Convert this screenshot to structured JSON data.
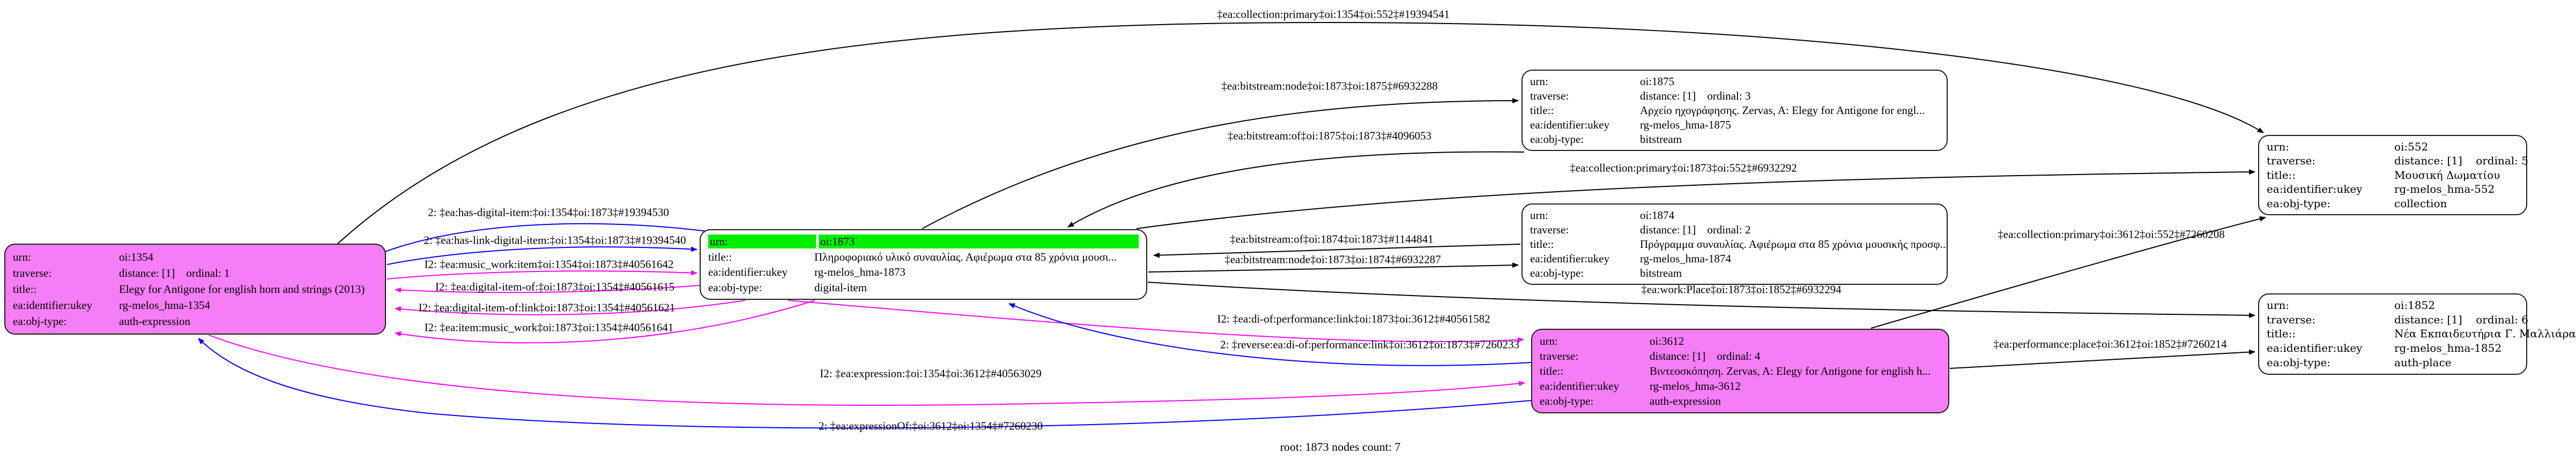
{
  "caption": "root: 1873 nodes count: 7",
  "colors": {
    "node_pink": "#f57df5",
    "node_green": "#00ef00",
    "edge_black": "#000000",
    "edge_blue": "#0000ff",
    "edge_magenta": "#ff00ff"
  },
  "nodes": [
    {
      "id": "oi-1354",
      "fill": "pink",
      "rows": [
        {
          "k": "urn:",
          "v": "oi:1354"
        },
        {
          "k": "traverse:",
          "v": "distance: [1]    ordinal: 1"
        },
        {
          "k": "title::",
          "v": "Elegy for Antigone for english horn and strings (2013)"
        },
        {
          "k": "ea:identifier:ukey",
          "v": "rg-melos_hma-1354"
        },
        {
          "k": "ea:obj-type:",
          "v": "auth-expression"
        }
      ]
    },
    {
      "id": "oi-1873",
      "fill": "white",
      "highlight_row": 0,
      "rows": [
        {
          "k": "urn:",
          "v": "oi:1873"
        },
        {
          "k": "title::",
          "v": "Πληροφοριακό υλικό συναυλίας. Αφιέρωμα στα 85 χρόνια μουσι..."
        },
        {
          "k": "ea:identifier:ukey",
          "v": "rg-melos_hma-1873"
        },
        {
          "k": "ea:obj-type:",
          "v": "digital-item"
        }
      ]
    },
    {
      "id": "oi-1875",
      "fill": "white",
      "rows": [
        {
          "k": "urn:",
          "v": "oi:1875"
        },
        {
          "k": "traverse:",
          "v": "distance: [1]    ordinal: 3"
        },
        {
          "k": "title::",
          "v": "Αρχείο ηχογράφησης. Zervas, A: Elegy for Antigone for engl..."
        },
        {
          "k": "ea:identifier:ukey",
          "v": "rg-melos_hma-1875"
        },
        {
          "k": "ea:obj-type:",
          "v": "bitstream"
        }
      ]
    },
    {
      "id": "oi-1874",
      "fill": "white",
      "rows": [
        {
          "k": "urn:",
          "v": "oi:1874"
        },
        {
          "k": "traverse:",
          "v": "distance: [1]    ordinal: 2"
        },
        {
          "k": "title::",
          "v": "Πρόγραμμα συναυλίας. Αφιέρωμα στα 85 χρόνια μουσικής προσφ..."
        },
        {
          "k": "ea:identifier:ukey",
          "v": "rg-melos_hma-1874"
        },
        {
          "k": "ea:obj-type:",
          "v": "bitstream"
        }
      ]
    },
    {
      "id": "oi-3612",
      "fill": "pink",
      "rows": [
        {
          "k": "urn:",
          "v": "oi:3612"
        },
        {
          "k": "traverse:",
          "v": "distance: [1]    ordinal: 4"
        },
        {
          "k": "title::",
          "v": "Βιντεοσκόπηση. Zervas, A: Elegy for Antigone for english h..."
        },
        {
          "k": "ea:identifier:ukey",
          "v": "rg-melos_hma-3612"
        },
        {
          "k": "ea:obj-type:",
          "v": "auth-expression"
        }
      ]
    },
    {
      "id": "oi-552",
      "fill": "white",
      "rows": [
        {
          "k": "urn:",
          "v": "oi:552"
        },
        {
          "k": "traverse:",
          "v": "distance: [1]    ordinal: 5"
        },
        {
          "k": "title::",
          "v": "Μουσική Δωματίου"
        },
        {
          "k": "ea:identifier:ukey",
          "v": "rg-melos_hma-552"
        },
        {
          "k": "ea:obj-type:",
          "v": "collection"
        }
      ]
    },
    {
      "id": "oi-1852",
      "fill": "white",
      "rows": [
        {
          "k": "urn:",
          "v": "oi:1852"
        },
        {
          "k": "traverse:",
          "v": "distance: [1]    ordinal: 6"
        },
        {
          "k": "title::",
          "v": "Νέα Εκπαιδευτήρια Γ. Μαλλιάρα"
        },
        {
          "k": "ea:identifier:ukey",
          "v": "rg-melos_hma-1852"
        },
        {
          "k": "ea:obj-type:",
          "v": "auth-place"
        }
      ]
    }
  ],
  "edges": [
    {
      "label": "‡ea:collection:primary‡oi:1354‡oi:552‡#19394541",
      "color": "black"
    },
    {
      "label": "‡ea:bitstream:node‡oi:1873‡oi:1875‡#6932288",
      "color": "black"
    },
    {
      "label": "‡ea:bitstream:of‡oi:1875‡oi:1873‡#4096053",
      "color": "black"
    },
    {
      "label": "2: ‡ea:has-digital-item:‡oi:1354‡oi:1873‡#19394530",
      "color": "blue"
    },
    {
      "label": "2: ‡ea:has-link-digital-item:‡oi:1354‡oi:1873‡#19394540",
      "color": "blue"
    },
    {
      "label": "I2: ‡ea:music_work:item‡oi:1354‡oi:1873‡#40561642",
      "color": "magenta"
    },
    {
      "label": "I2: ‡ea:digital-item-of:‡oi:1873‡oi:1354‡#40561615",
      "color": "magenta"
    },
    {
      "label": "I2: ‡ea:digital-item-of:link‡oi:1873‡oi:1354‡#40561621",
      "color": "magenta"
    },
    {
      "label": "I2: ‡ea:item:music_work‡oi:1873‡oi:1354‡#40561641",
      "color": "magenta"
    },
    {
      "label": "I2: ‡ea:expression:‡oi:1354‡oi:3612‡#40563029",
      "color": "magenta"
    },
    {
      "label": "2: ‡ea:expressionOf:‡oi:3612‡oi:1354‡#7260230",
      "color": "blue"
    },
    {
      "label": "‡ea:collection:primary‡oi:1873‡oi:552‡#6932292",
      "color": "black"
    },
    {
      "label": "‡ea:bitstream:of‡oi:1874‡oi:1873‡#1144841",
      "color": "black"
    },
    {
      "label": "‡ea:bitstream:node‡oi:1873‡oi:1874‡#6932287",
      "color": "black"
    },
    {
      "label": "‡ea:work:Place‡oi:1873‡oi:1852‡#6932294",
      "color": "black"
    },
    {
      "label": "I2: ‡ea:di-of:performance:link‡oi:1873‡oi:3612‡#40561582",
      "color": "magenta"
    },
    {
      "label": "2: ‡reverse:ea:di-of:performance:link‡oi:3612‡oi:1873‡#7260233",
      "color": "blue"
    },
    {
      "label": "‡ea:collection:primary‡oi:3612‡oi:552‡#7260208",
      "color": "black"
    },
    {
      "label": "‡ea:performance:place‡oi:3612‡oi:1852‡#7260214",
      "color": "black"
    }
  ]
}
